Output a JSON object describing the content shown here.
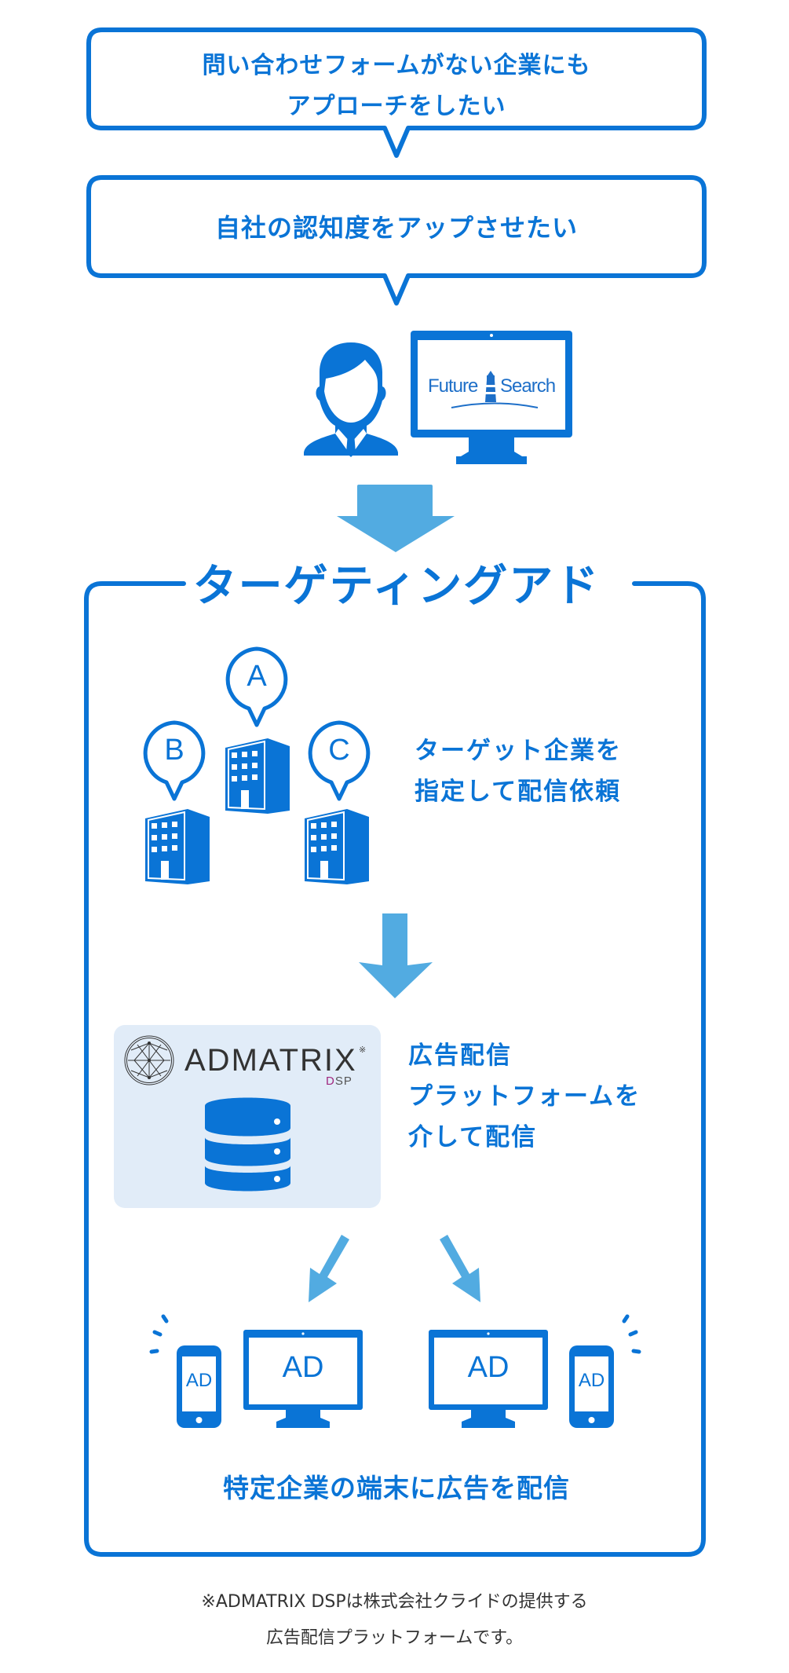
{
  "colors": {
    "primary": "#0a74d6",
    "arrow": "#52abe1",
    "panel_bg": "#e1ecf8",
    "footnote": "#333333",
    "dsp_accent": "#a0287f"
  },
  "bubbles": [
    {
      "lines": [
        "問い合わせフォームがない企業にも",
        "アプローチをしたい"
      ]
    },
    {
      "lines": [
        "自社の認知度をアップさせたい"
      ]
    }
  ],
  "hero": {
    "person_icon": "businessman-icon",
    "monitor_icon": "monitor-icon",
    "monitor_logo": {
      "left": "Future",
      "right": "Search",
      "emblem": "lighthouse-icon"
    }
  },
  "section": {
    "title": "ターゲティングアド",
    "step1": {
      "companies": [
        {
          "label": "A"
        },
        {
          "label": "B"
        },
        {
          "label": "C"
        }
      ],
      "lines": [
        "ターゲット企業を",
        "指定して配信依頼"
      ]
    },
    "step2": {
      "platform_logo": {
        "name": "ADMATRIX",
        "sub_d": "D",
        "sub_rest": "SP",
        "mark": "※"
      },
      "lines": [
        "広告配信",
        "プラットフォームを",
        "介して配信"
      ]
    },
    "step3": {
      "device_ad_label": "AD",
      "caption": "特定企業の端末に広告を配信"
    }
  },
  "footnote": {
    "lines": [
      "※ADMATRIX DSPは株式会社クライドの提供する",
      "広告配信プラットフォームです。"
    ]
  }
}
